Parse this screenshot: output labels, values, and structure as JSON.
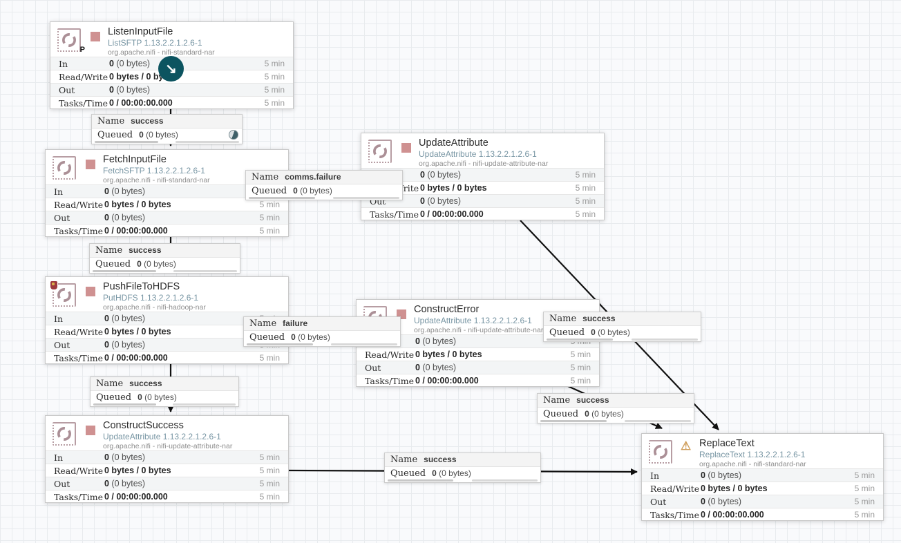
{
  "stat": {
    "rows": [
      {
        "label": "In",
        "value_bold": "0",
        "value_rest": " (0 bytes)",
        "window": "5 min"
      },
      {
        "label": "Read/Write",
        "value_bold": "0 bytes / 0 bytes",
        "value_rest": "",
        "window": "5 min"
      },
      {
        "label": "Out",
        "value_bold": "0",
        "value_rest": " (0 bytes)",
        "window": "5 min"
      },
      {
        "label": "Tasks/Time",
        "value_bold": "0 / 00:00:00.000",
        "value_rest": "",
        "window": "5 min"
      }
    ]
  },
  "conn": {
    "name_label": "Name",
    "queued_label": "Queued",
    "queued_bold": "0",
    "queued_rest": " (0 bytes)"
  },
  "processors": [
    {
      "title": "ListenInputFile",
      "type": "ListSFTP 1.13.2.2.1.2.6-1",
      "bundle": "org.apache.nifi - nifi-standard-nar",
      "state": "stopped",
      "badge": "P"
    },
    {
      "title": "FetchInputFile",
      "type": "FetchSFTP 1.13.2.2.1.2.6-1",
      "bundle": "org.apache.nifi - nifi-standard-nar",
      "state": "stopped"
    },
    {
      "title": "PushFileToHDFS",
      "type": "PutHDFS 1.13.2.2.1.2.6-1",
      "bundle": "org.apache.nifi - nifi-hadoop-nar",
      "state": "stopped",
      "restricted": true
    },
    {
      "title": "ConstructSuccess",
      "type": "UpdateAttribute 1.13.2.2.1.2.6-1",
      "bundle": "org.apache.nifi - nifi-update-attribute-nar",
      "state": "stopped"
    },
    {
      "title": "UpdateAttribute",
      "type": "UpdateAttribute 1.13.2.2.1.2.6-1",
      "bundle": "org.apache.nifi - nifi-update-attribute-nar",
      "state": "stopped"
    },
    {
      "title": "ConstructError",
      "type": "UpdateAttribute 1.13.2.2.1.2.6-1",
      "bundle": "org.apache.nifi - nifi-update-attribute-nar",
      "state": "stopped"
    },
    {
      "title": "ReplaceText",
      "type": "ReplaceText 1.13.2.2.1.2.6-1",
      "bundle": "org.apache.nifi - nifi-standard-nar",
      "state": "invalid"
    }
  ],
  "connections": [
    {
      "name": "success",
      "from": "ListenInputFile",
      "to": "FetchInputFile"
    },
    {
      "name": "comms.failure",
      "from": "FetchInputFile",
      "to": "UpdateAttribute"
    },
    {
      "name": "success",
      "from": "FetchInputFile",
      "to": "PushFileToHDFS"
    },
    {
      "name": "failure",
      "from": "PushFileToHDFS",
      "to": "ConstructError"
    },
    {
      "name": "success",
      "from": "UpdateAttribute",
      "to": "ReplaceText"
    },
    {
      "name": "success",
      "from": "ConstructError",
      "to": "ReplaceText"
    },
    {
      "name": "success",
      "from": "PushFileToHDFS",
      "to": "ConstructSuccess"
    },
    {
      "name": "success",
      "from": "ConstructSuccess",
      "to": "ReplaceText"
    }
  ],
  "icons": {
    "cursor_arrow": "↘",
    "warning": "⚠"
  },
  "colors": {
    "stopped_state": "#cf9191",
    "invalid_warning": "#cf9f5d",
    "restricted_shield": "#9e3a3e",
    "processor_icon": "#ab8f96",
    "type_text": "#7795a3",
    "cursor_circle": "#0c5460",
    "canvas_grid": "#e8ebee",
    "wire": "#111111"
  }
}
